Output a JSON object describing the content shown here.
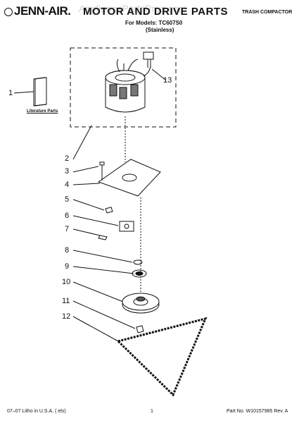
{
  "header": {
    "brand": "JENN-AIR.",
    "title": "MOTOR AND DRIVE PARTS",
    "category": "TRASH COMPACTOR",
    "models": "For Models: TC607S0",
    "variant": "(Stainless)",
    "watermark": "AppliancePartsPros.com"
  },
  "callouts": [
    "1",
    "2",
    "3",
    "4",
    "5",
    "6",
    "7",
    "8",
    "9",
    "10",
    "11",
    "12",
    "13"
  ],
  "literature_label": "Literature Parts",
  "footer": {
    "print_info": "07–07 Litho in U.S.A. ( els)",
    "page": "1",
    "part_number": "Part No. W10157985 Rev. A"
  }
}
